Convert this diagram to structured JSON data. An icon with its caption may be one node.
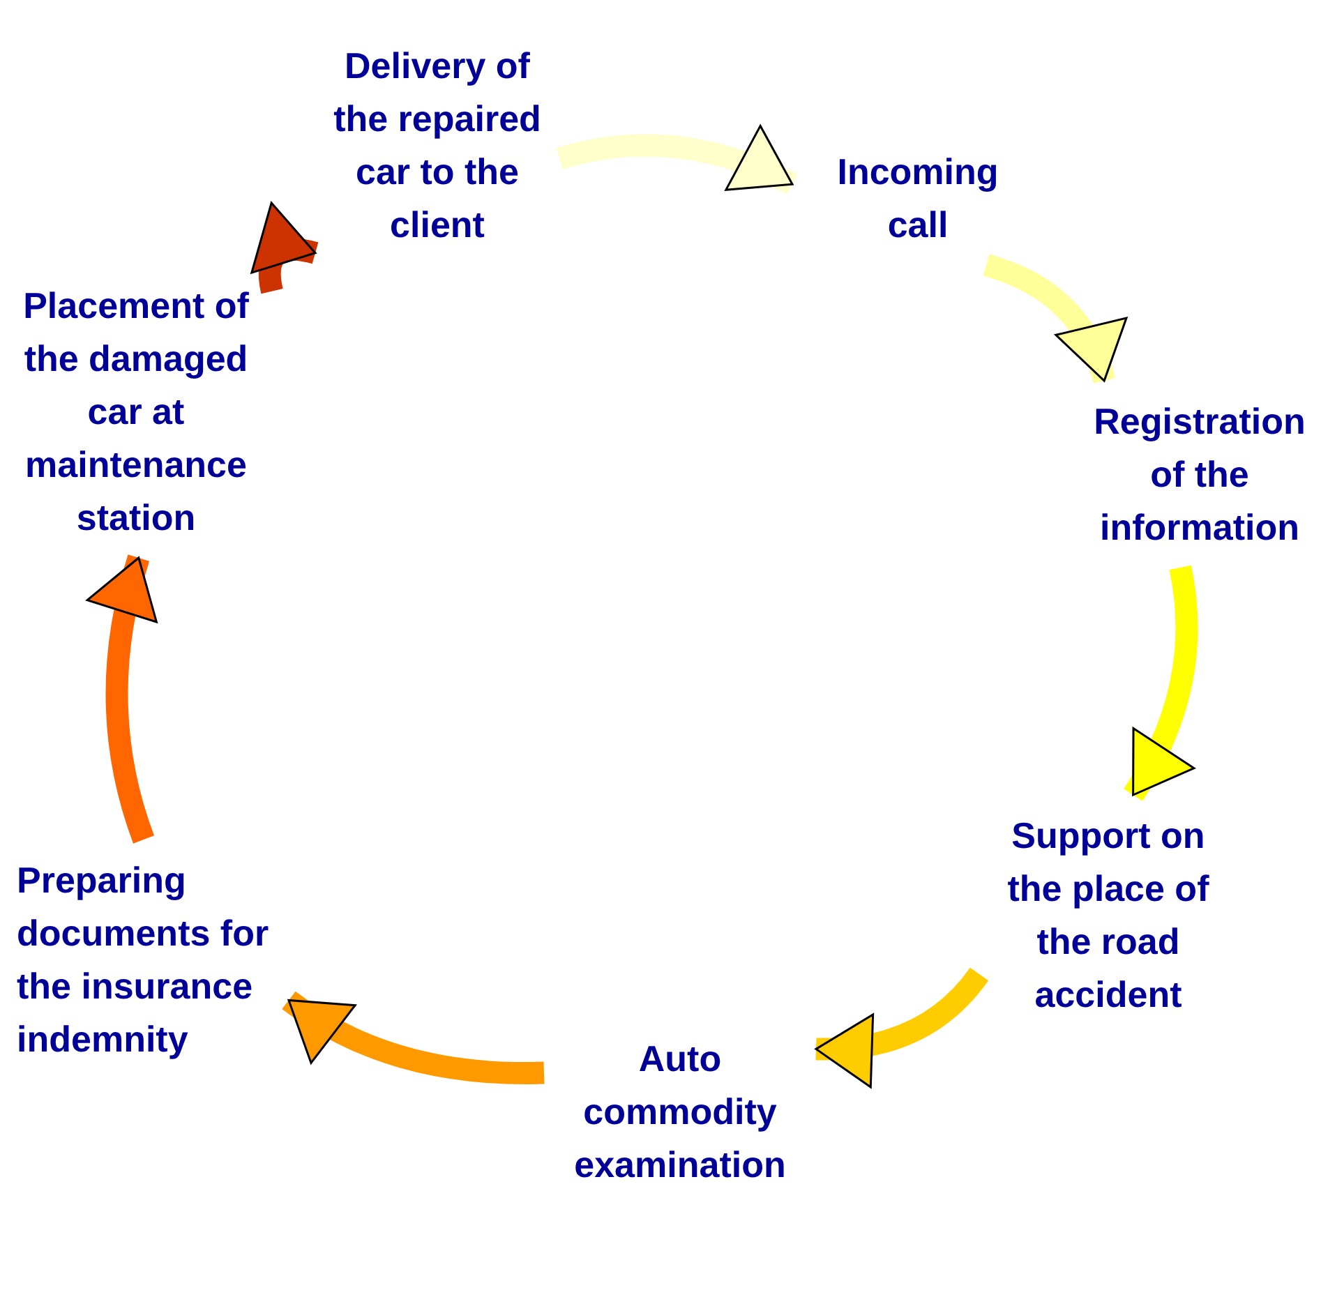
{
  "diagram": {
    "nodes": [
      {
        "text": [
          "Delivery of the repaired car to the client"
        ]
      },
      {
        "text": [
          "Incoming call"
        ]
      },
      {
        "text": [
          "Registration of the information"
        ]
      },
      {
        "text": [
          "Support on the place of the road accident"
        ]
      },
      {
        "text": [
          "Auto commodity examination"
        ]
      },
      {
        "text": [
          "Preparing documents for the insurance indemnity"
        ]
      },
      {
        "text": [
          "Placement of the damaged car at maintenance station"
        ]
      }
    ],
    "edges": [
      {
        "from": 0,
        "to": 1,
        "arrow": "to",
        "color": "#ffffcc"
      },
      {
        "from": 1,
        "to": 2,
        "arrow": "to",
        "color": "#ffff99"
      },
      {
        "from": 2,
        "to": 3,
        "arrow": "to",
        "color": "#ffff00"
      },
      {
        "from": 3,
        "to": 4,
        "arrow": "to",
        "color": "#ffcc00"
      },
      {
        "from": 4,
        "to": 5,
        "arrow": "to",
        "color": "#ff9900"
      },
      {
        "from": 5,
        "to": 6,
        "arrow": "to",
        "color": "#ff6600"
      },
      {
        "from": 6,
        "to": 0,
        "arrow": "to",
        "color": "#cc3300"
      }
    ]
  }
}
